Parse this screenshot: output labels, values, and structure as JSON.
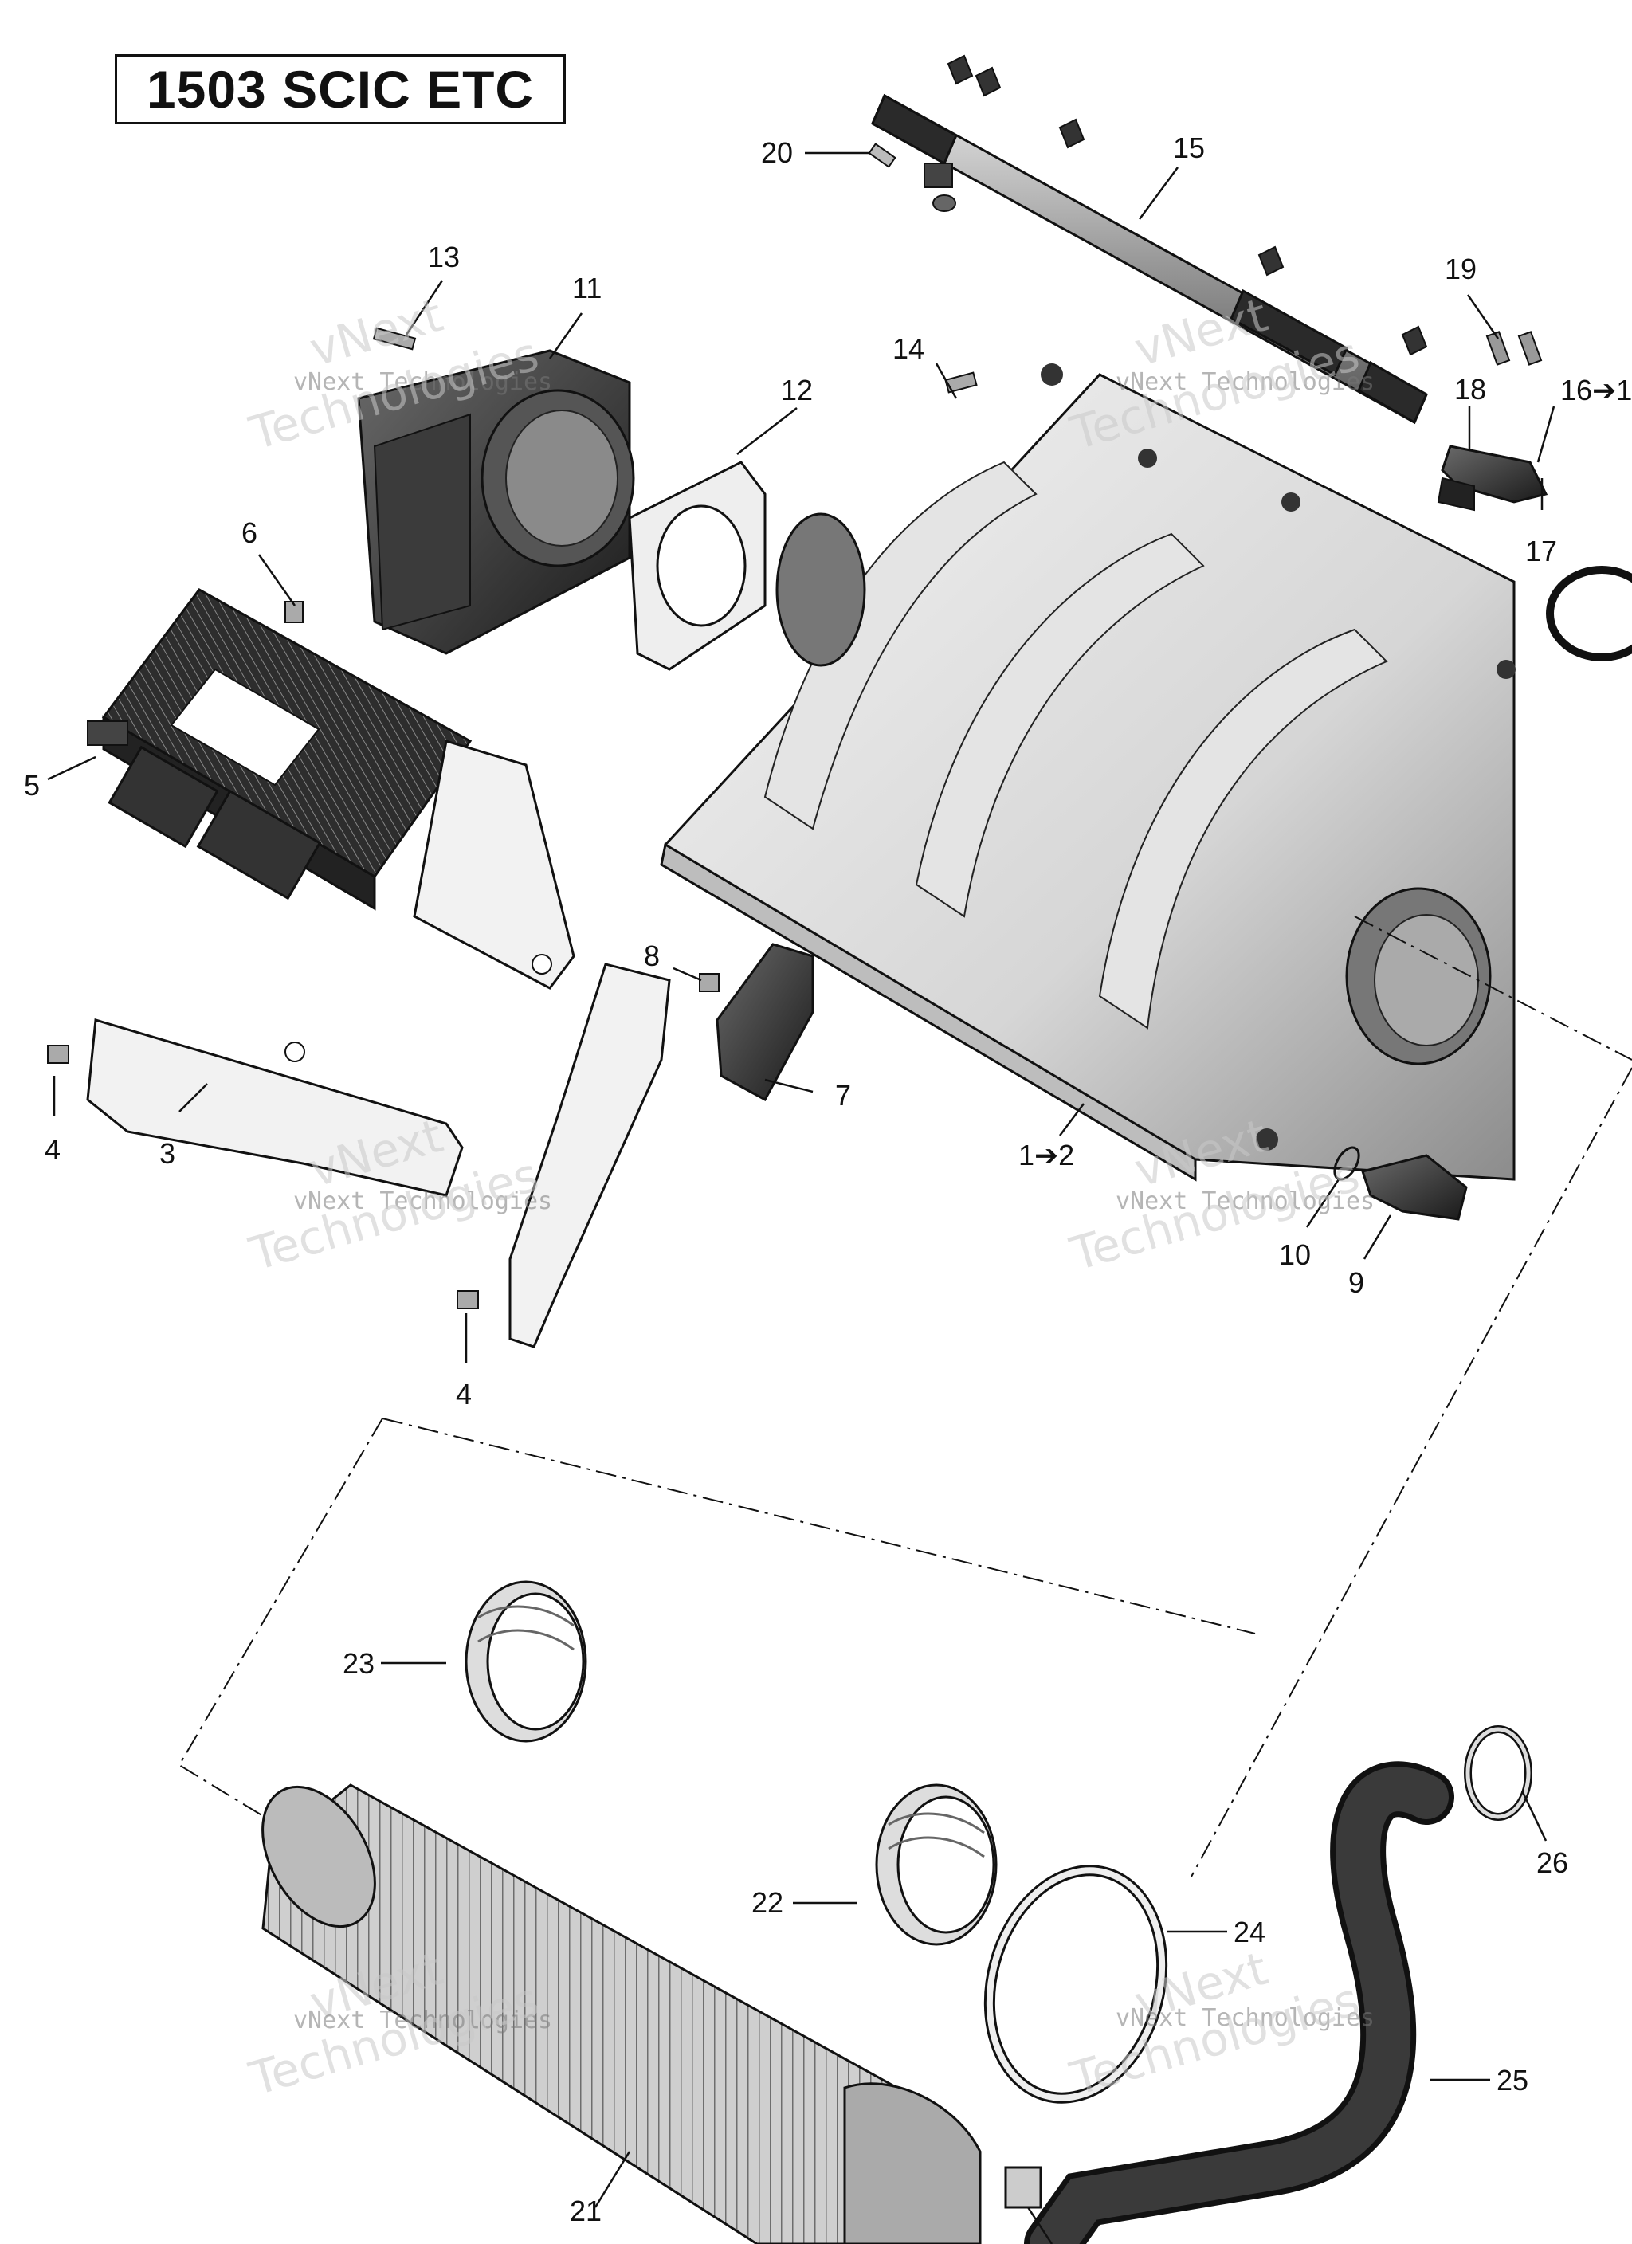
{
  "title": "1503 SCIC ETC",
  "watermark": {
    "line1": "vNext",
    "line2": "vNext Technologies",
    "line3": "Technologies"
  },
  "callouts": {
    "c1": "1➔2",
    "c3": "3",
    "c4a": "4",
    "c4b": "4",
    "c5": "5",
    "c6": "6",
    "c7": "7",
    "c8": "8",
    "c9": "9",
    "c10": "10",
    "c11": "11",
    "c12": "12",
    "c13": "13",
    "c14": "14",
    "c15": "15",
    "c16": "16➔1",
    "c17": "17",
    "c18": "18",
    "c19": "19",
    "c20": "20",
    "c21": "21",
    "c22": "22",
    "c23": "23",
    "c24": "24",
    "c25": "25",
    "c26": "26"
  },
  "parts": {
    "intake_manifold": "intake-manifold",
    "throttle_body": "throttle-body",
    "ecm": "engine-control-module",
    "fuel_rail": "fuel-rail",
    "intercooler": "intercooler",
    "hose": "hose",
    "clamps": "clamps"
  }
}
